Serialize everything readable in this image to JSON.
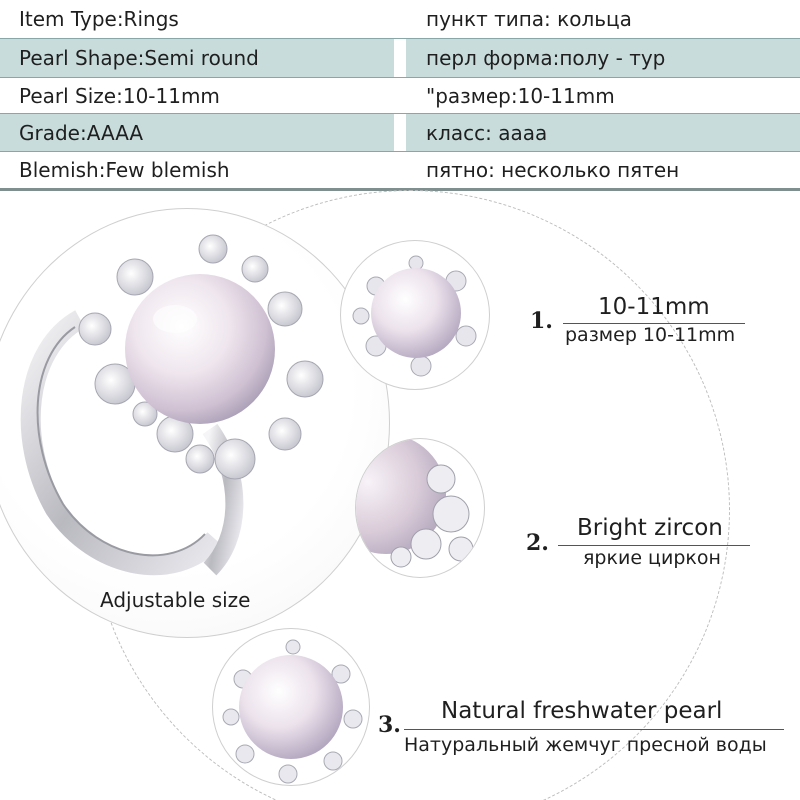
{
  "specs": [
    {
      "left": "Item Type:Rings",
      "right": "пункт типа: кольца"
    },
    {
      "left": "Pearl Shape:Semi round",
      "right": "перл форма:полу - тур"
    },
    {
      "left": "Pearl Size:10-11mm",
      "right": "\"размер:10-11mm"
    },
    {
      "left": "Grade:AAAA",
      "right": "класс: аааа"
    },
    {
      "left": "Blemish:Few blemish",
      "right": "пятно: несколько пятен"
    }
  ],
  "caption": "Adjustable size",
  "features": [
    {
      "number": "1.",
      "title": "10-11mm",
      "subtitle": "размер 10-11mm"
    },
    {
      "number": "2.",
      "title": "Bright zircon",
      "subtitle": "яркие циркон"
    },
    {
      "number": "3.",
      "title": "Natural freshwater pearl",
      "subtitle": "Натуральный жемчуг пресной воды"
    }
  ],
  "colors": {
    "row_shade": "#c9dcdc",
    "text": "#1f1f1f",
    "pearl": "#e9dde6",
    "silver": "#c8c8cc"
  },
  "images": {
    "main": "silver-pearl-ring-image",
    "detail_1": "pearl-closeup-image",
    "detail_2": "zircon-closeup-image",
    "detail_3": "pearl-flower-image"
  }
}
